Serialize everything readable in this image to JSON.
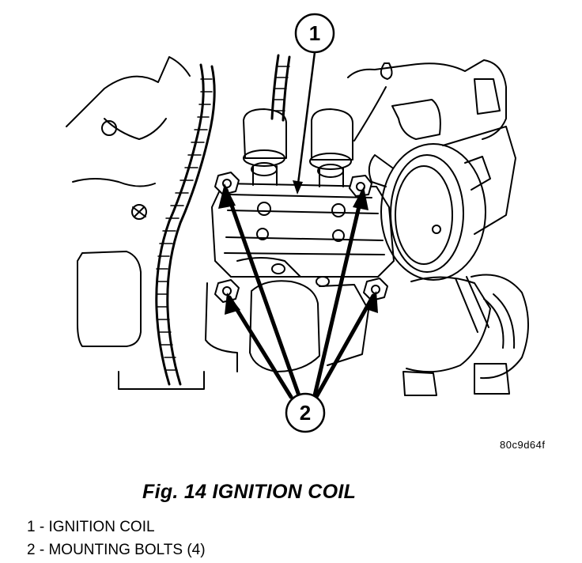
{
  "callouts": [
    {
      "number": "1"
    },
    {
      "number": "2"
    }
  ],
  "image_code": "80c9d64f",
  "figure": {
    "caption": "Fig. 14 IGNITION COIL"
  },
  "legend": [
    {
      "number": "1",
      "separator": " - ",
      "text": "IGNITION COIL"
    },
    {
      "number": "2",
      "separator": " - ",
      "text": "MOUNTING BOLTS (4)"
    }
  ]
}
